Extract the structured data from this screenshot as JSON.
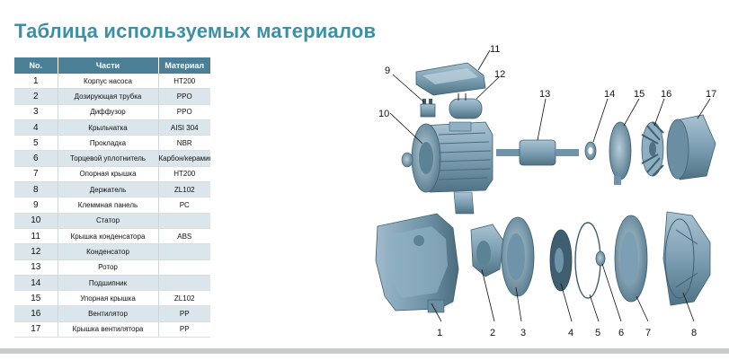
{
  "title": "Таблица используемых материалов",
  "table": {
    "headers": [
      "No.",
      "Части",
      "Материал"
    ],
    "rows": [
      {
        "no": "1",
        "part": "Корпус насоса",
        "material": "HT200"
      },
      {
        "no": "2",
        "part": "Дозирующая трубка",
        "material": "PPO"
      },
      {
        "no": "3",
        "part": "Диффузор",
        "material": "PPO"
      },
      {
        "no": "4",
        "part": "Крыльчатка",
        "material": "AISI 304"
      },
      {
        "no": "5",
        "part": "Прокладка",
        "material": "NBR"
      },
      {
        "no": "6",
        "part": "Торцевой уплотнитель",
        "material": "Карбон/керамика"
      },
      {
        "no": "7",
        "part": "Опорная крышка",
        "material": "HT200"
      },
      {
        "no": "8",
        "part": "Держатель",
        "material": "ZL102"
      },
      {
        "no": "9",
        "part": "Клеммная панель",
        "material": "PC"
      },
      {
        "no": "10",
        "part": "Статор",
        "material": ""
      },
      {
        "no": "11",
        "part": "Крышка конденсатора",
        "material": "ABS"
      },
      {
        "no": "12",
        "part": "Конденсатор",
        "material": ""
      },
      {
        "no": "13",
        "part": "Ротор",
        "material": ""
      },
      {
        "no": "14",
        "part": "Подшипник",
        "material": ""
      },
      {
        "no": "15",
        "part": "Упорная крышка",
        "material": "ZL102"
      },
      {
        "no": "16",
        "part": "Вентилятор",
        "material": "PP"
      },
      {
        "no": "17",
        "part": "Крышка вентилятора",
        "material": "PP"
      }
    ]
  },
  "diagram": {
    "callouts": [
      "1",
      "2",
      "3",
      "4",
      "5",
      "6",
      "7",
      "8",
      "9",
      "10",
      "11",
      "12",
      "13",
      "14",
      "15",
      "16",
      "17"
    ]
  },
  "colors": {
    "title": "#3d8fa6",
    "header_bg": "#4b7f96",
    "row_alt": "#dbe5ec",
    "part_fill": "#7d9fb3",
    "part_dark": "#4f7284"
  }
}
